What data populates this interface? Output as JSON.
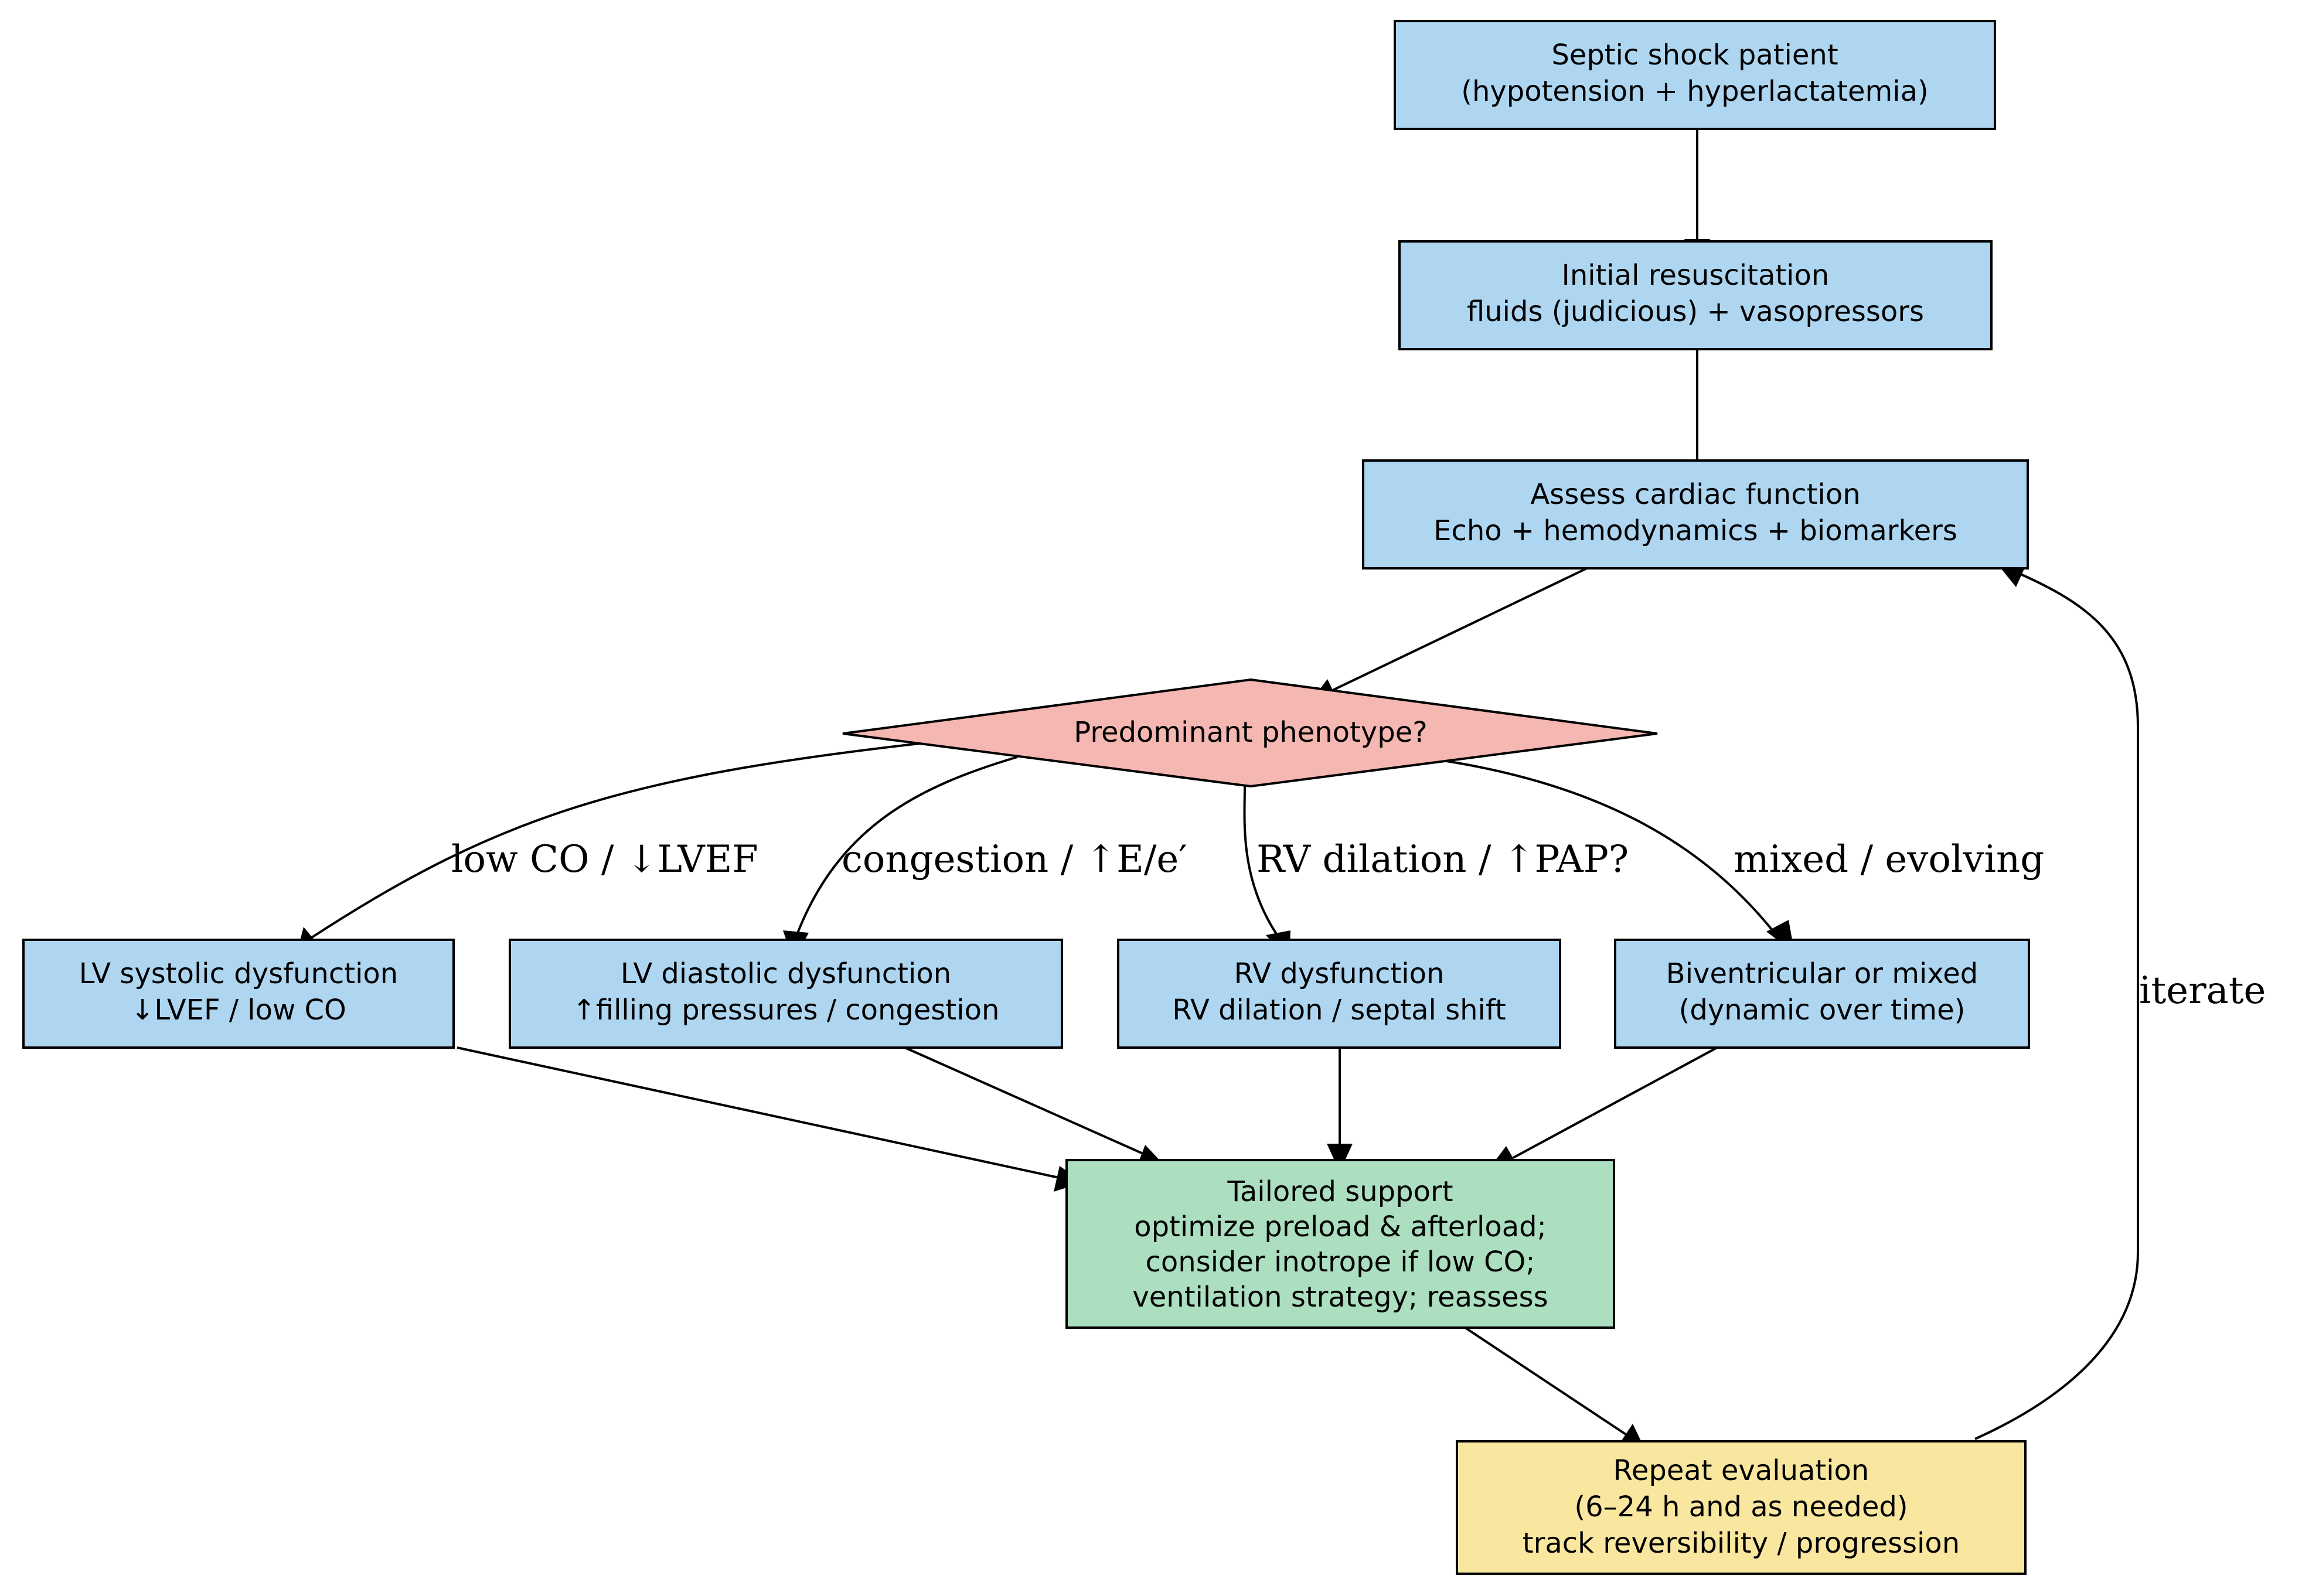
{
  "colors": {
    "process": "#aed6f1",
    "decision": "#f5b7b1",
    "support": "#abdfc0",
    "repeat": "#f9e79f",
    "stroke": "#000000",
    "background": "#ffffff"
  },
  "nodes": {
    "septic": {
      "lines": [
        "Septic shock patient",
        "(hypotension + hyperlactatemia)"
      ]
    },
    "initial": {
      "lines": [
        "Initial resuscitation",
        "fluids (judicious) + vasopressors"
      ]
    },
    "assess": {
      "lines": [
        "Assess cardiac function",
        "Echo + hemodynamics + biomarkers"
      ]
    },
    "phenotype": {
      "lines": [
        "Predominant phenotype?"
      ]
    },
    "lvsys": {
      "lines": [
        "LV systolic dysfunction",
        "↓LVEF / low CO"
      ]
    },
    "lvdia": {
      "lines": [
        "LV diastolic dysfunction",
        "↑filling pressures / congestion"
      ]
    },
    "rv": {
      "lines": [
        "RV dysfunction",
        "RV dilation / septal shift"
      ]
    },
    "biv": {
      "lines": [
        "Biventricular or mixed",
        "(dynamic over time)"
      ]
    },
    "support": {
      "lines": [
        "Tailored support",
        "optimize preload & afterload;",
        "consider inotrope if low CO;",
        "ventilation strategy; reassess"
      ]
    },
    "repeat": {
      "lines": [
        "Repeat evaluation",
        "(6–24 h and as needed)",
        "track reversibility / progression"
      ]
    }
  },
  "edge_labels": {
    "lvsys": "low CO / ↓LVEF",
    "lvdia": "congestion / ↑E/e′",
    "rv": "RV dilation / ↑PAP?",
    "biv": "mixed / evolving",
    "iterate": "iterate"
  }
}
